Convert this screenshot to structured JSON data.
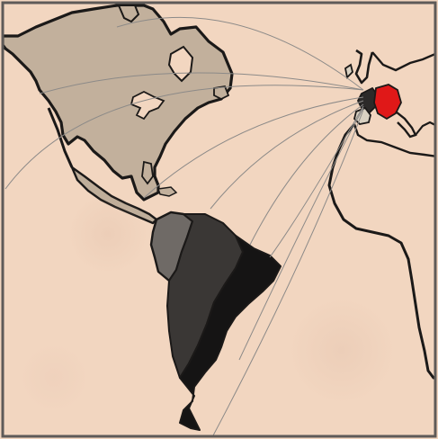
{
  "map": {
    "colors": {
      "paper": "#f2d6c0",
      "border": "#5e5a58",
      "coast": "#1b1918",
      "route": "#8c8a88",
      "north_america": "#c2b09c",
      "central_america": "#bfae9a",
      "south_america_west": "#6f6a66",
      "south_america_center": "#3a3735",
      "south_america_east": "#151414",
      "highlight_region": "#e01818",
      "europe_dark": "#2c2a29",
      "europe_light": "#d9d1c2"
    },
    "routes": [
      {
        "name": "route-north"
      },
      {
        "name": "route-west-canada"
      },
      {
        "name": "route-west-usa"
      },
      {
        "name": "route-gulf"
      },
      {
        "name": "route-central-america"
      },
      {
        "name": "route-colombia"
      },
      {
        "name": "route-brazil"
      },
      {
        "name": "route-rio"
      },
      {
        "name": "route-patagonia"
      }
    ]
  }
}
